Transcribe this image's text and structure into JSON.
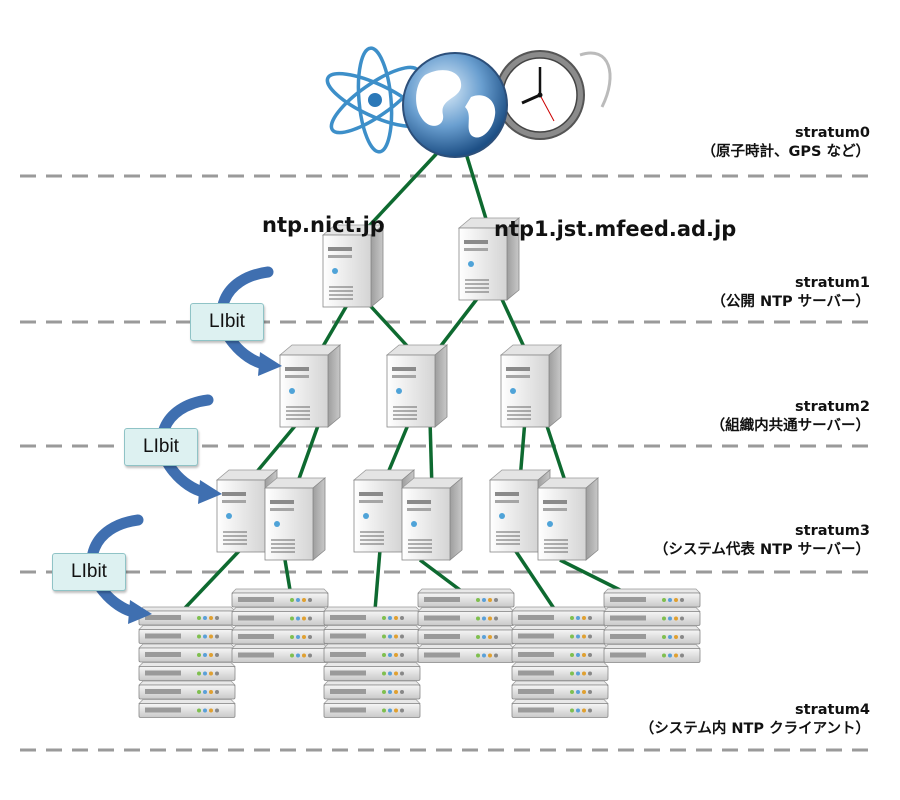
{
  "hosts": [
    "ntp.nict.jp",
    "ntp1.jst.mfeed.ad.jp"
  ],
  "strata": [
    {
      "name": "stratum0",
      "desc": "（原子時計、GPS など）"
    },
    {
      "name": "stratum1",
      "desc": "（公開 NTP サーバー）"
    },
    {
      "name": "stratum2",
      "desc": "（組織内共通サーバー）"
    },
    {
      "name": "stratum3",
      "desc": "（システム代表 NTP サーバー）"
    },
    {
      "name": "stratum4",
      "desc": "（システム内 NTP クライアント）"
    }
  ],
  "libit_label": "LIbit",
  "colors": {
    "link": "#0e6a30",
    "dash": "#9a9a9a",
    "arrow": "#3f6fb0",
    "libit_bg": "#ddf1f1"
  },
  "icons": [
    "atom-icon",
    "globe-icon",
    "clock-icon",
    "tower-server-icon",
    "rack-server-icon",
    "curved-arrow-icon"
  ]
}
